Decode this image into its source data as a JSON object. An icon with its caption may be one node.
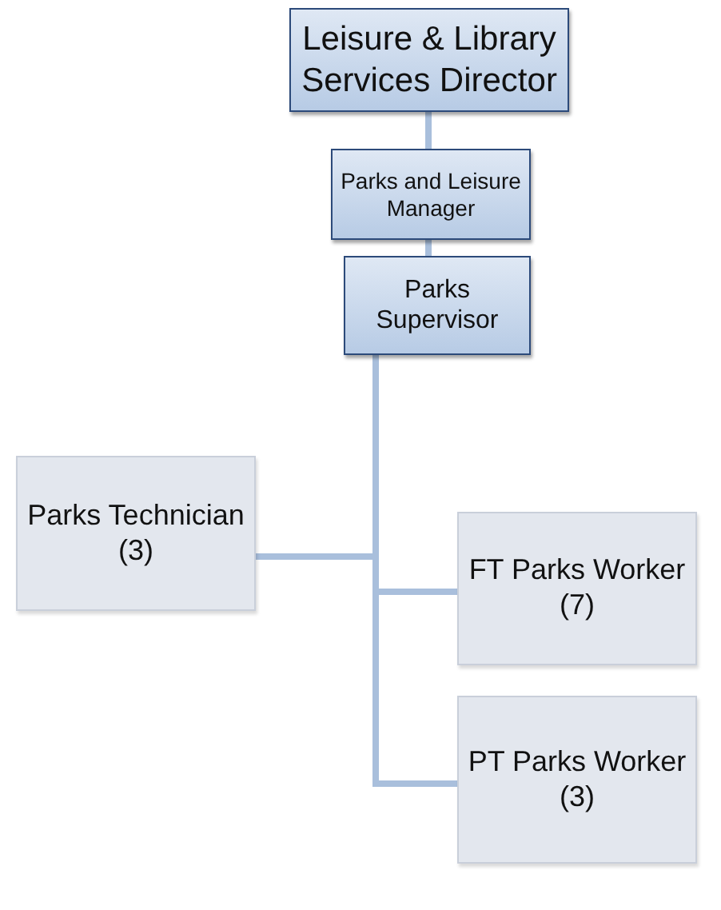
{
  "diagram": {
    "nodes": [
      {
        "text": [
          "Leisure & Library Services Director"
        ]
      },
      {
        "text": [
          "Parks and Leisure Manager"
        ]
      },
      {
        "text": [
          "Parks Supervisor"
        ]
      },
      {
        "text": [
          "Parks Technician (3)"
        ]
      },
      {
        "text": [
          "FT Parks Worker (7)"
        ]
      },
      {
        "text": [
          "PT Parks Worker (3)"
        ]
      }
    ],
    "edges": [
      {
        "from": 0,
        "to": 1,
        "arrow": "none"
      },
      {
        "from": 1,
        "to": 2,
        "arrow": "none"
      },
      {
        "from": 2,
        "to": 3,
        "arrow": "none"
      },
      {
        "from": 2,
        "to": 4,
        "arrow": "none"
      },
      {
        "from": 2,
        "to": 5,
        "arrow": "none"
      }
    ]
  }
}
